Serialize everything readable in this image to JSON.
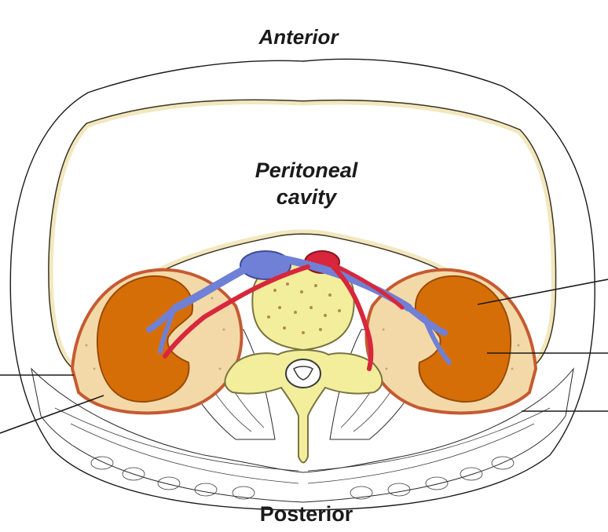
{
  "labels": {
    "anterior": "Anterior",
    "peritoneal_line1": "Peritoneal",
    "peritoneal_line2": "cavity",
    "posterior": "Posterior"
  },
  "colors": {
    "kidney": "#d66e08",
    "kidney_outline": "#9a4a08",
    "perirenal_fat": "#f4d9a8",
    "renal_fascia": "#c65a32",
    "peritoneum": "#f3e7bf",
    "vertebra": "#f2ee9c",
    "vein": "#6f80d6",
    "artery": "#d8263c"
  }
}
